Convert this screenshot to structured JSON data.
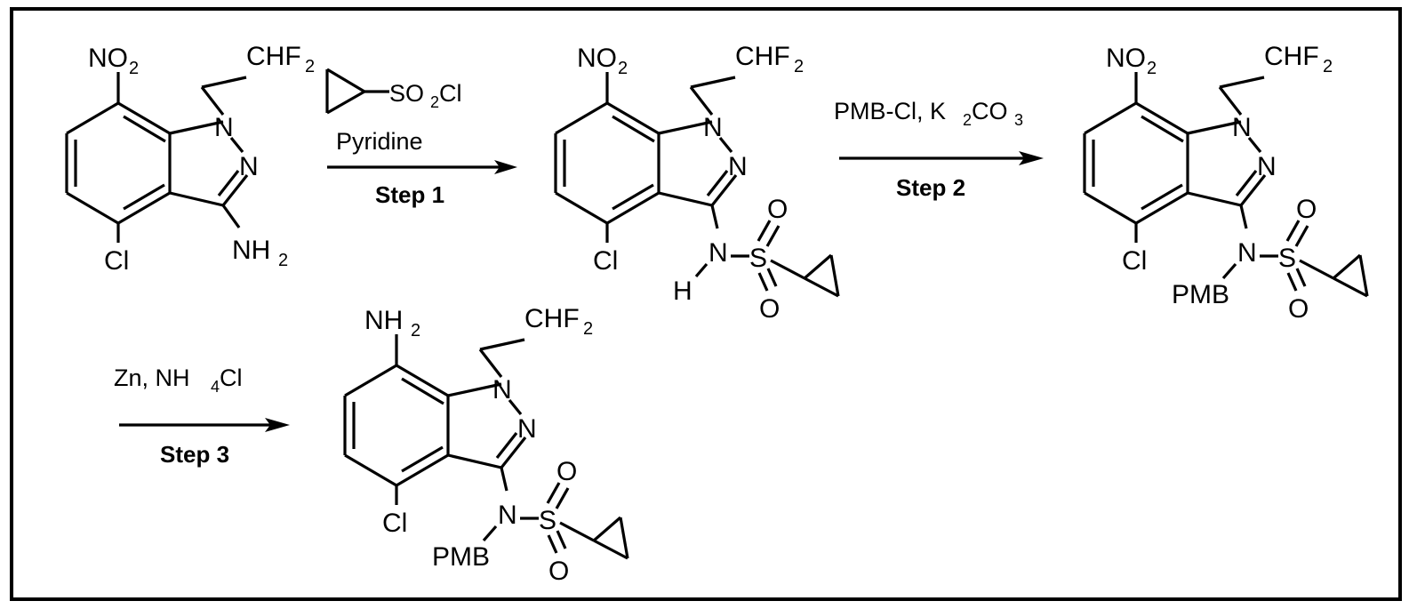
{
  "figure": {
    "type": "chemical-reaction-scheme",
    "title": "Three-step synthesis of a 4-chloro-1-(2,2-difluoroethyl)-7-amino-indazol-3-yl cyclopropanesulfonamide",
    "border_color": "#000000",
    "background_color": "#ffffff",
    "line_color": "#000000",
    "rows": 2,
    "step_count": 3
  },
  "structures": [
    {
      "id": "sm-1",
      "role": "starting-material",
      "name": "4-chloro-1-(2,2-difluoroethyl)-7-nitro-1H-indazol-3-amine",
      "core": "1H-indazole",
      "labels": {
        "c7_substituent": "NO",
        "c7_substituent_sub": "2",
        "n1_chain_end": "CHF",
        "n1_chain_end_sub": "2",
        "ring_n1": "N",
        "ring_n2": "N",
        "c4_substituent": "Cl",
        "c3_substituent": "NH",
        "c3_substituent_sub": "2"
      }
    },
    {
      "id": "int-2",
      "role": "intermediate",
      "name": "N-(4-chloro-1-(2,2-difluoroethyl)-7-nitro-1H-indazol-3-yl)cyclopropanesulfonamide",
      "core": "1H-indazole",
      "labels": {
        "c7_substituent": "NO",
        "c7_substituent_sub": "2",
        "n1_chain_end": "CHF",
        "n1_chain_end_sub": "2",
        "ring_n1": "N",
        "ring_n2": "N",
        "c4_substituent": "Cl",
        "sulfonamide_n": "N",
        "sulfonamide_nh": "H",
        "sulfur": "S",
        "oxygen_top": "O",
        "oxygen_bottom": "O"
      }
    },
    {
      "id": "int-3",
      "role": "intermediate",
      "name": "N-(4-chloro-1-(2,2-difluoroethyl)-7-nitro-1H-indazol-3-yl)-N-PMB-cyclopropanesulfonamide",
      "core": "1H-indazole",
      "labels": {
        "c7_substituent": "NO",
        "c7_substituent_sub": "2",
        "n1_chain_end": "CHF",
        "n1_chain_end_sub": "2",
        "ring_n1": "N",
        "ring_n2": "N",
        "c4_substituent": "Cl",
        "sulfonamide_n": "N",
        "n_protecting_group": "PMB",
        "sulfur": "S",
        "oxygen_top": "O",
        "oxygen_bottom": "O"
      }
    },
    {
      "id": "prod-4",
      "role": "product",
      "name": "N-(7-amino-4-chloro-1-(2,2-difluoroethyl)-1H-indazol-3-yl)-N-PMB-cyclopropanesulfonamide",
      "core": "1H-indazole",
      "labels": {
        "c7_substituent": "NH",
        "c7_substituent_sub": "2",
        "n1_chain_end": "CHF",
        "n1_chain_end_sub": "2",
        "ring_n1": "N",
        "ring_n2": "N",
        "c4_substituent": "Cl",
        "sulfonamide_n": "N",
        "n_protecting_group": "PMB",
        "sulfur": "S",
        "oxygen_top": "O",
        "oxygen_bottom": "O"
      }
    }
  ],
  "reagent_structure": {
    "id": "cyclopropanesulfonyl-chloride",
    "name": "cyclopropanesulfonyl chloride",
    "label_main": "SO",
    "label_sub": "2",
    "label_tail": "Cl",
    "shape": "cyclopropyl-triangle"
  },
  "steps": [
    {
      "index": 1,
      "step_label": "Step 1",
      "reagents_above_line1": "Pyridine",
      "reagents_above_structure": "cyclopropanesulfonyl chloride",
      "arrow": "right-arrow"
    },
    {
      "index": 2,
      "step_label": "Step 2",
      "reagents_above_parts": [
        {
          "text": "PMB-Cl, K",
          "sub": ""
        },
        {
          "text": "2",
          "sub": "sub"
        },
        {
          "text": "CO",
          "sub": ""
        },
        {
          "text": "3",
          "sub": "sub"
        }
      ],
      "reagents_above_plain": "PMB-Cl, K2CO3",
      "arrow": "right-arrow"
    },
    {
      "index": 3,
      "step_label": "Step 3",
      "reagents_above_parts": [
        {
          "text": "Zn, NH",
          "sub": ""
        },
        {
          "text": "4",
          "sub": "sub"
        },
        {
          "text": "Cl",
          "sub": ""
        }
      ],
      "reagents_above_plain": "Zn, NH4Cl",
      "arrow": "right-arrow"
    }
  ]
}
